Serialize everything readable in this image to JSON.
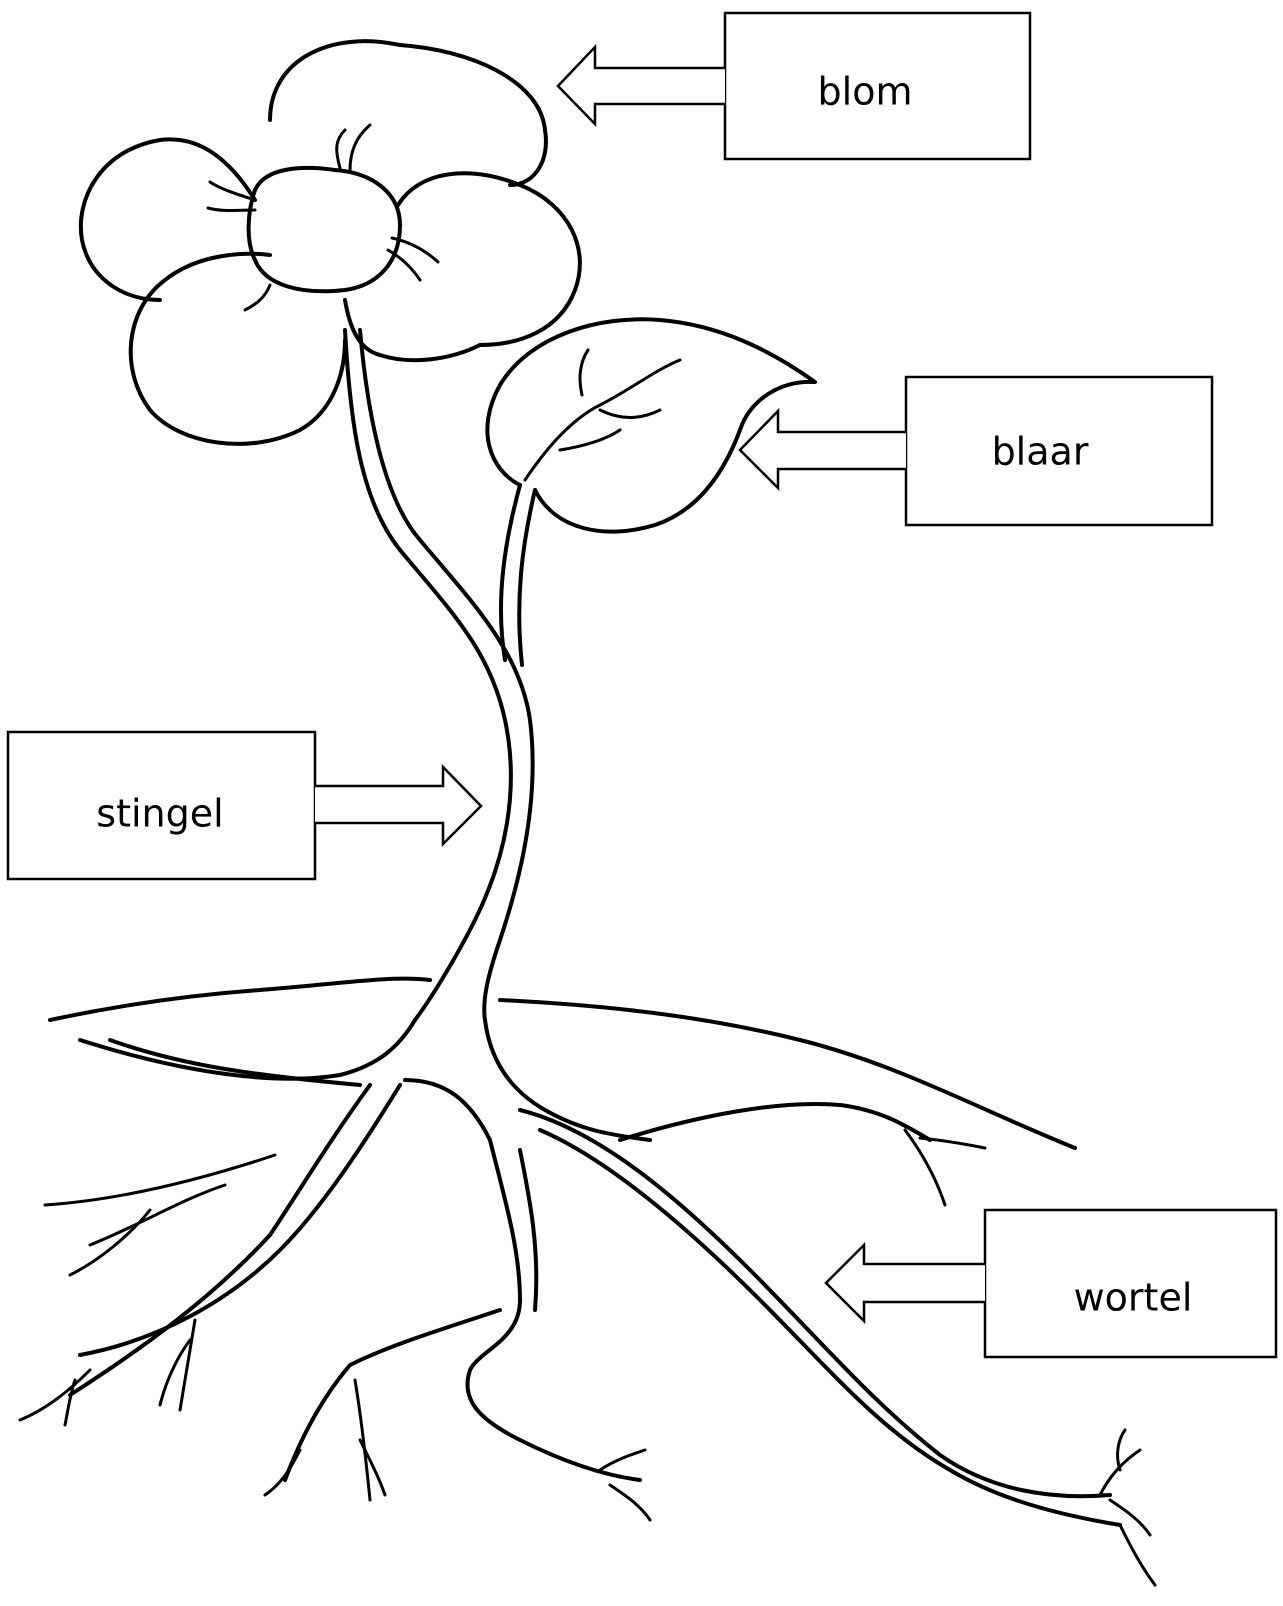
{
  "labels": {
    "flower": "blom",
    "leaf": "blaar",
    "stem": "stingel",
    "root": "wortel"
  },
  "colors": {
    "ink": "#000000",
    "paper": "#ffffff"
  }
}
